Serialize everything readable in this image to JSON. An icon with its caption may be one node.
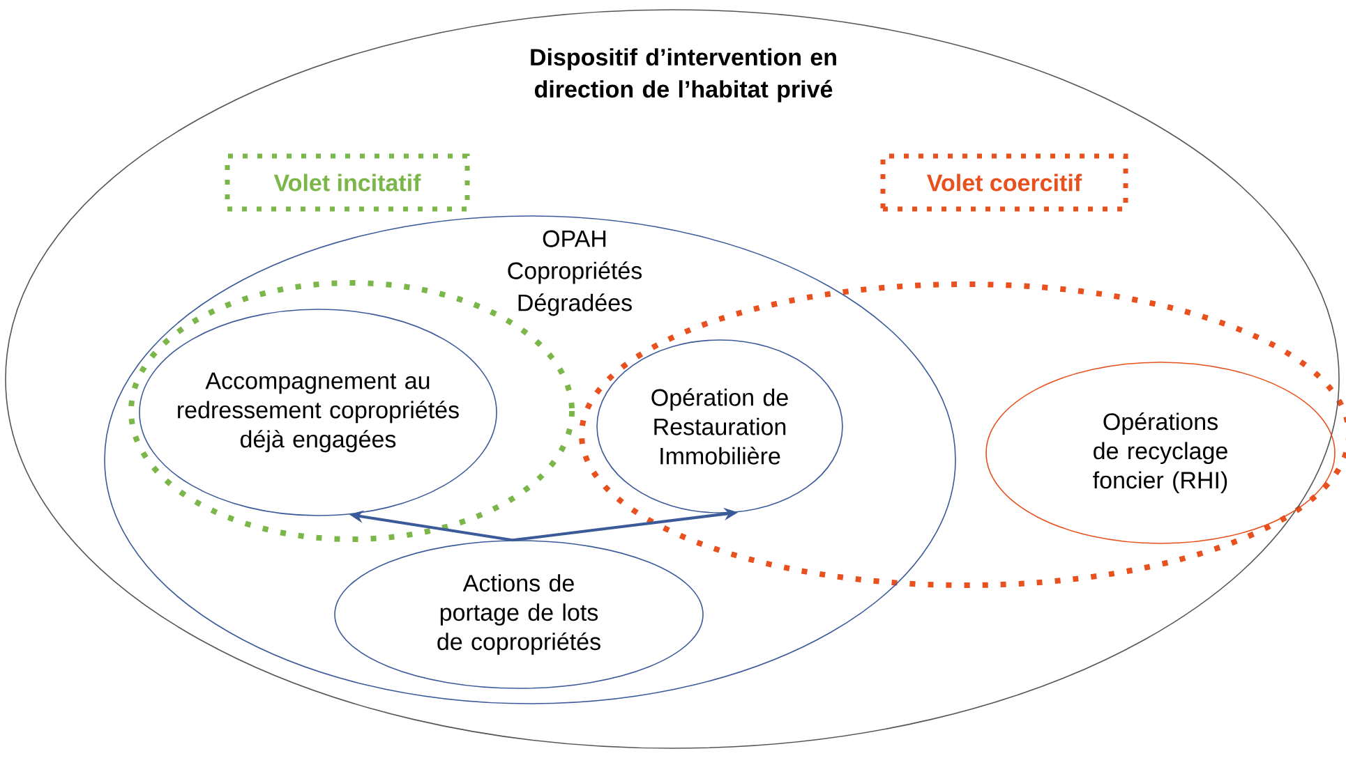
{
  "diagram": {
    "nodes": [
      {
        "text": [
          "Dispositif  d’intervention en direction de l’habitat privé"
        ]
      },
      {
        "text": [
          "Volet incitatif"
        ],
        "in": 0
      },
      {
        "text": [
          "Volet coercitif"
        ],
        "in": 0
      },
      {
        "text": [
          "OPAH Copropriétés Dégradées"
        ],
        "in": 0
      },
      {
        "text": [
          "Accompagnement au redressement copropriétés déjà engagées"
        ],
        "in": 3
      },
      {
        "text": [
          "Opération de Restauration Immobilière"
        ],
        "in": 3
      },
      {
        "text": [
          "Opérations de recyclage foncier (RHI)"
        ],
        "in": 0
      },
      {
        "text": [
          "Actions de portage de lots de copropriétés"
        ],
        "in": 3
      }
    ],
    "edges": [
      {
        "from": 7,
        "to": 4,
        "arrow": "to"
      },
      {
        "from": 7,
        "to": 5,
        "arrow": "to"
      }
    ]
  }
}
